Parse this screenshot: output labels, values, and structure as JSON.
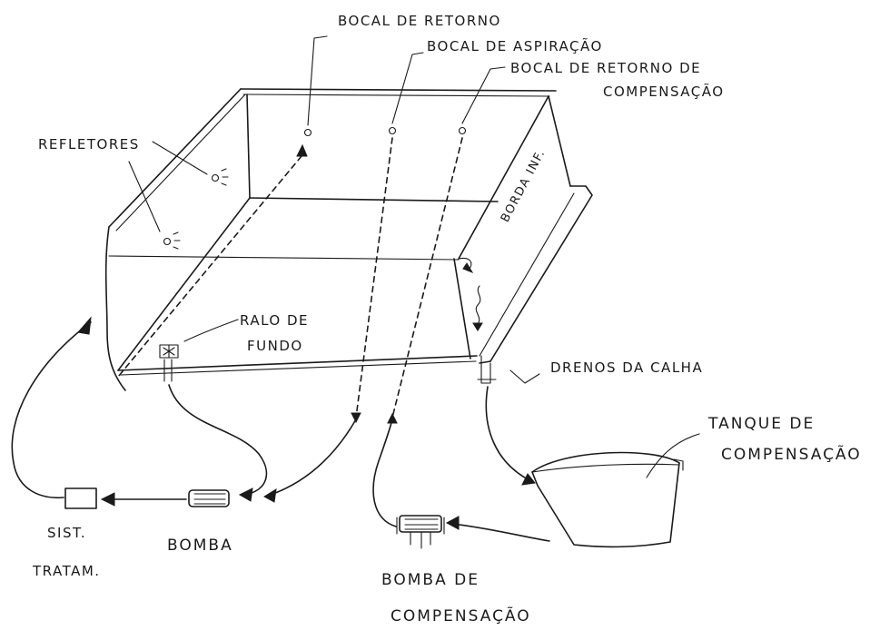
{
  "labels": {
    "bocal_retorno": "BOCAL DE RETORNO",
    "bocal_aspiracao": "BOCAL DE ASPIRAÇÃO",
    "bocal_retorno_comp_1": "BOCAL DE RETORNO DE",
    "bocal_retorno_comp_2": "COMPENSAÇÃO",
    "refletores": "REFLETORES",
    "borda_inf": "BORDA INF.",
    "ralo_fundo_1": "RALO DE",
    "ralo_fundo_2": "FUNDO",
    "drenos_calha": "DRENOS DA CALHA",
    "tanque_comp_1": "TANQUE DE",
    "tanque_comp_2": "COMPENSAÇÃO",
    "sist_tratam_1": "SIST.",
    "sist_tratam_2": "TRATAM.",
    "bomba": "BOMBA",
    "bomba_comp_1": "BOMBA DE",
    "bomba_comp_2": "COMPENSAÇÃO"
  }
}
